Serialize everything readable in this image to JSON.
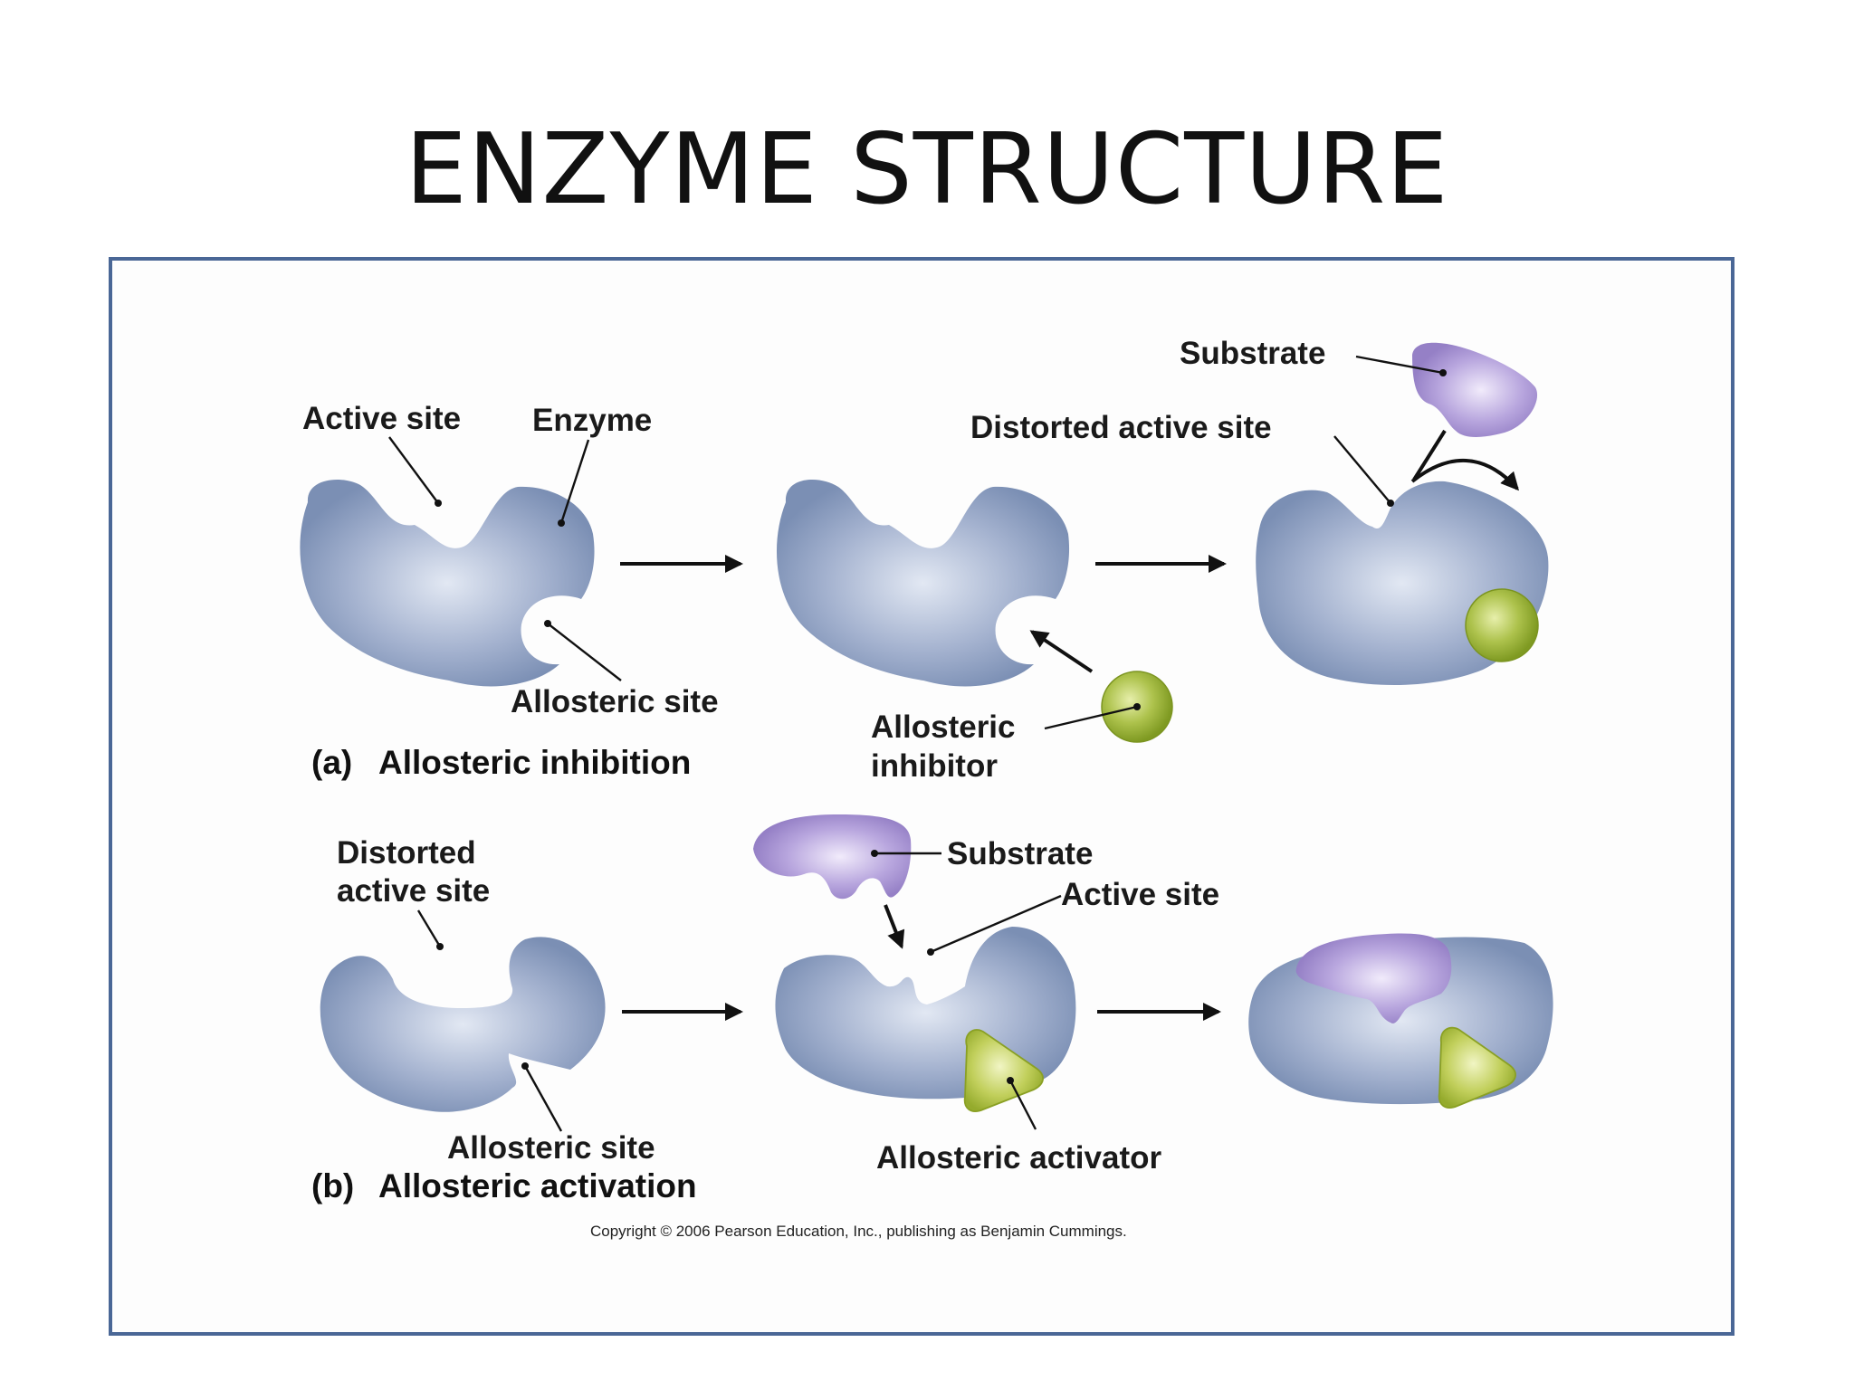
{
  "slide": {
    "title": "ENZYME STRUCTURE"
  },
  "panel_a": {
    "caption_letter": "(a)",
    "caption": "Allosteric inhibition",
    "labels": {
      "active_site": "Active site",
      "enzyme": "Enzyme",
      "allosteric_site": "Allosteric site",
      "allosteric_inhibitor_line1": "Allosteric",
      "allosteric_inhibitor_line2": "inhibitor",
      "substrate": "Substrate",
      "distorted_active_site": "Distorted active site"
    }
  },
  "panel_b": {
    "caption_letter": "(b)",
    "caption": "Allosteric activation",
    "labels": {
      "distorted_line1": "Distorted",
      "distorted_line2": "active site",
      "allosteric_site": "Allosteric site",
      "substrate": "Substrate",
      "active_site": "Active site",
      "allosteric_activator": "Allosteric activator"
    }
  },
  "copyright": "Copyright © 2006 Pearson Education, Inc., publishing as Benjamin Cummings.",
  "colors": {
    "frame_border": "#4a6796",
    "enzyme": "#8b9ec0",
    "substrate": "#a48fcf",
    "inhibitor": "#9cb43a",
    "activator": "#b3c44a"
  }
}
